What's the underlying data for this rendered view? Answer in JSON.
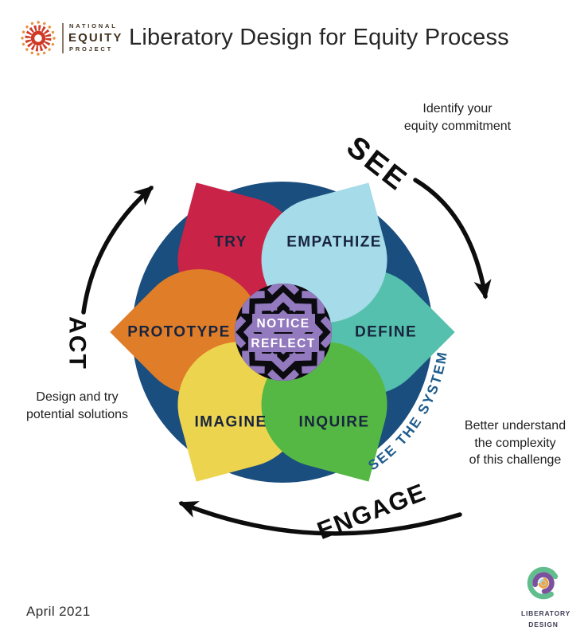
{
  "header": {
    "logo": {
      "line1": "NATIONAL",
      "line2": "EQUITY",
      "line3": "PROJECT"
    },
    "title": "Liberatory Design for Equity Process"
  },
  "diagram": {
    "circle_color": "#1a4e7e",
    "petals": [
      {
        "label": "TRY",
        "color": "#c92447"
      },
      {
        "label": "EMPATHIZE",
        "color": "#a6dbe9"
      },
      {
        "label": "DEFINE",
        "color": "#55c0ad"
      },
      {
        "label": "INQUIRE",
        "color": "#56b844"
      },
      {
        "label": "IMAGINE",
        "color": "#edd44f"
      },
      {
        "label": "PROTOTYPE",
        "color": "#e07d28"
      }
    ],
    "center": {
      "labels": [
        "NOTICE",
        "REFLECT"
      ],
      "pattern_black": "#0b0b10",
      "pattern_purple": "#9379be"
    },
    "phases": [
      {
        "label": "SEE"
      },
      {
        "label": "ENGAGE"
      },
      {
        "label": "ACT"
      }
    ],
    "curved_label": "SEE THE SYSTEM",
    "curved_label_color": "#1e5c8c",
    "arrow_color": "#0d0d0d"
  },
  "annotations": {
    "identify": "Identify your\nequity commitment",
    "better": "Better understand\nthe complexity\nof this challenge",
    "design": "Design and try\npotential solutions"
  },
  "footer": {
    "date": "April 2021",
    "ld_logo_line1": "LIBERATORY",
    "ld_logo_line2": "DESIGN"
  }
}
